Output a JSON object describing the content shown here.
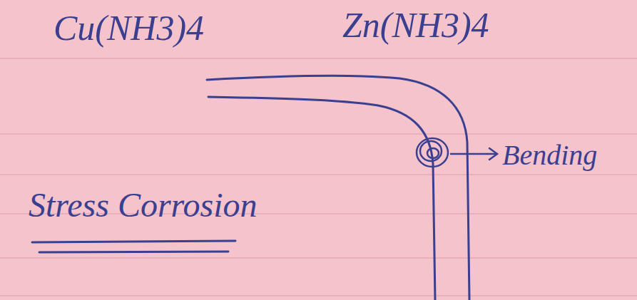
{
  "diagram": {
    "labels": [
      "Cu(NH3)4",
      "Zn(NH3)4",
      "Bending",
      "Stress Corrosion"
    ]
  }
}
